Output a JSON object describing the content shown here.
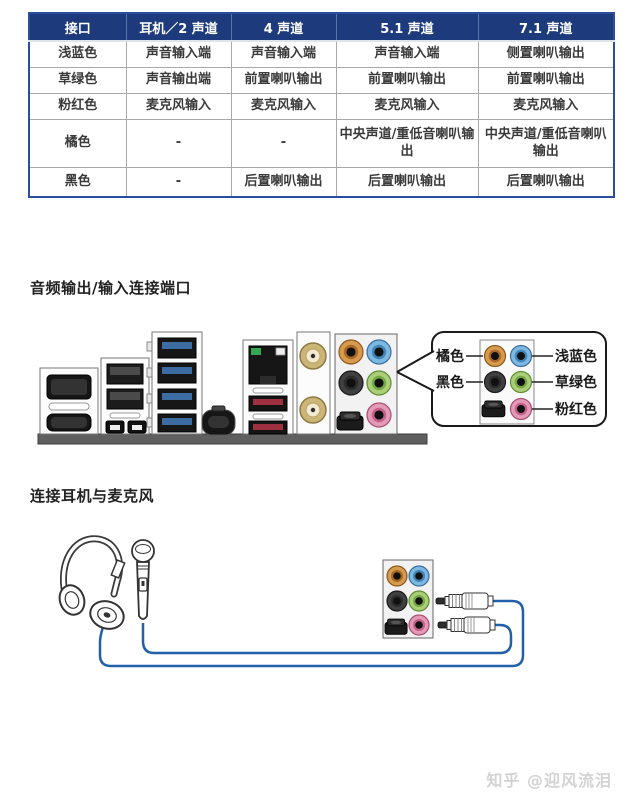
{
  "page": {
    "section1_heading": "音频输出/输入连接端口",
    "section2_heading": "连接耳机与麦克风",
    "watermark": "知乎 @迎风流泪"
  },
  "table": {
    "headers": [
      "接口",
      "耳机／2 声道",
      "4 声道",
      "5.1 声道",
      "7.1 声道"
    ],
    "rows": [
      [
        "浅蓝色",
        "声音输入端",
        "声音输入端",
        "声音输入端",
        "侧置喇叭输出"
      ],
      [
        "草绿色",
        "声音输出端",
        "前置喇叭输出",
        "前置喇叭输出",
        "前置喇叭输出"
      ],
      [
        "粉红色",
        "麦克风输入",
        "麦克风输入",
        "麦克风输入",
        "麦克风输入"
      ],
      [
        "橘色",
        "-",
        "-",
        "中央声道/重低音喇叭输出",
        "中央声道/重低音喇叭输出"
      ],
      [
        "黑色",
        "-",
        "后置喇叭输出",
        "后置喇叭输出",
        "后置喇叭输出"
      ]
    ]
  },
  "callout": {
    "left_labels": [
      "橘色",
      "黑色"
    ],
    "right_labels": [
      "浅蓝色",
      "草绿色",
      "粉红色"
    ]
  },
  "colors": {
    "table_header_bg": "#1c3a7c",
    "table_border": "#2a4da0",
    "cable_blue": "#2060a8",
    "pcb_gray": "#5f5f5f",
    "usb3_blue": "#3c6ca2",
    "usb_red": "#9e3040",
    "antenna_gold": "#cbb677",
    "led_green": "#35a853",
    "jacks": {
      "orange": {
        "ring": "#d89a4e",
        "mid": "#a96a28",
        "edge": "#8a5a20"
      },
      "blue": {
        "ring": "#7cb8e2",
        "mid": "#4384b8",
        "edge": "#3a6e9e"
      },
      "black": {
        "ring": "#404040",
        "mid": "#2c2c2c",
        "edge": "#1a1a1a"
      },
      "green": {
        "ring": "#abcf78",
        "mid": "#74a844",
        "edge": "#5f8c34"
      },
      "pink": {
        "ring": "#e29ab6",
        "mid": "#c4608a",
        "edge": "#a84e74"
      }
    }
  }
}
